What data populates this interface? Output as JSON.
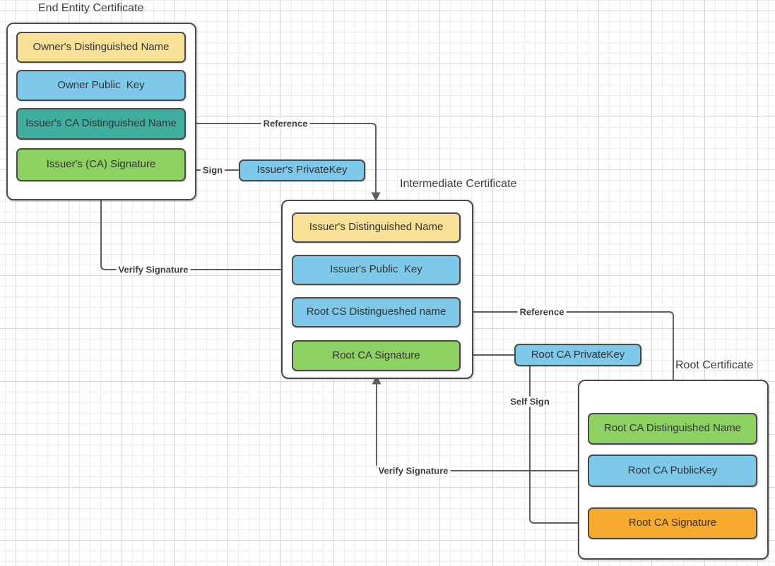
{
  "colors": {
    "yellow": "#F8E196",
    "blue": "#7EC8EA",
    "teal": "#3FAE9F",
    "green": "#8CD162",
    "orange": "#F7AA2E",
    "container_fill": "#FFFFFF",
    "border": "#4A4A4A",
    "connector": "#5E5E5E"
  },
  "certificates": [
    {
      "title": "End Entity Certificate",
      "fields": [
        {
          "label": "Owner's Distinguished Name",
          "color": "yellow"
        },
        {
          "label": "Owner Public  Key",
          "color": "blue"
        },
        {
          "label": "Issuer's CA Distinguished Name",
          "color": "teal"
        },
        {
          "label": "Issuer's (CA) Signature",
          "color": "green"
        }
      ]
    },
    {
      "title": "Intermediate Certificate",
      "fields": [
        {
          "label": "Issuer's Distinguished Name",
          "color": "yellow"
        },
        {
          "label": "Issuer's Public  Key",
          "color": "blue"
        },
        {
          "label": "Root CS Distingueshed name",
          "color": "blue"
        },
        {
          "label": "Root CA Signature",
          "color": "green"
        }
      ]
    },
    {
      "title": "Root Certificate",
      "fields": [
        {
          "label": "Root CA Distinguished Name",
          "color": "green"
        },
        {
          "label": "Root CA PublicKey",
          "color": "blue"
        },
        {
          "label": "Root CA Signature",
          "color": "orange"
        }
      ]
    }
  ],
  "keys": [
    {
      "label": "Issuer's PrivateKey",
      "color": "blue"
    },
    {
      "label": "Root CA PrivateKey",
      "color": "blue"
    }
  ],
  "edges": {
    "reference_top": "Reference",
    "sign": "Sign",
    "verify_signature_left": "Verify Signature",
    "reference_right": "Reference",
    "self_sign": "Self Sign",
    "verify_signature_bottom": "Verify Signature"
  }
}
